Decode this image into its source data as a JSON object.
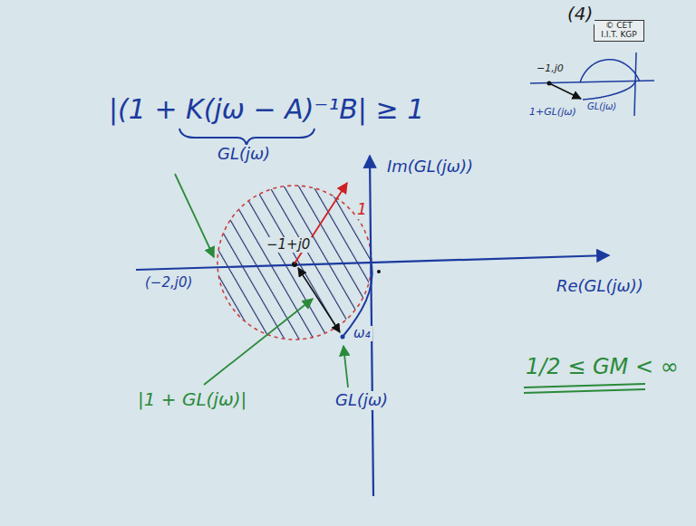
{
  "diagram": {
    "nodes": [
      {
        "text": [
          "© CET I.I.T. KGP"
        ]
      }
    ],
    "labels": [
      "|(1 + K(jω − A)⁻¹B| ≥ 1",
      "GL(jω)",
      "(4)",
      "Im(GL(jω))",
      "Re(GL(jω))",
      "1",
      "−1+j0",
      "(−2,j0)",
      "ω₄",
      "GL(jω)",
      "|1 + GL(jω)|",
      "1/2 ≤ GM < ∞",
      "−1,j0",
      "1+GL(jω)",
      "GL(jω)"
    ]
  }
}
